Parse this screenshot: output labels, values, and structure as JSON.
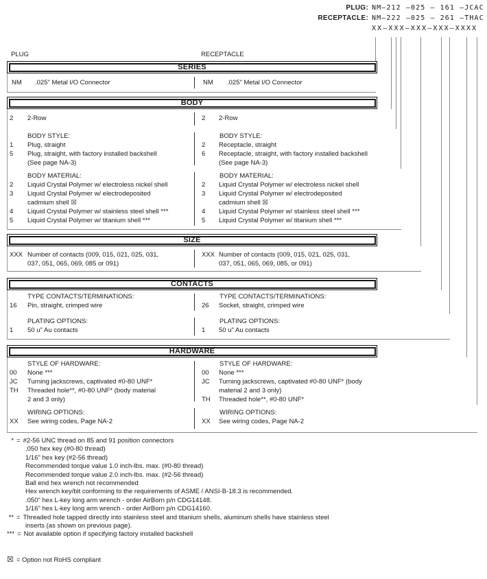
{
  "header": {
    "plug_label": "PLUG:",
    "plug_value": "NM–212 –025 – 161 –JCAC",
    "receptacle_label": "RECEPTACLE:",
    "receptacle_value": "NM–222 –025 – 261 –THAC",
    "mask": "XX–XXX–XXX–XXX–XXXX"
  },
  "column_titles": {
    "plug": "PLUG",
    "receptacle": "RECEPTACLE"
  },
  "sections": [
    {
      "title": "SERIES",
      "groups": [
        {
          "label": "",
          "left": [
            [
              "NM",
              ".025\" Metal I/O Connector"
            ]
          ],
          "right": [
            [
              "NM",
              ".025\" Metal I/O Connector"
            ]
          ]
        }
      ]
    },
    {
      "title": "BODY",
      "groups": [
        {
          "label": "",
          "left": [
            [
              "2",
              "2-Row"
            ]
          ],
          "right": [
            [
              "2",
              "2-Row"
            ]
          ]
        },
        {
          "label": "BODY STYLE:",
          "left": [
            [
              "1",
              "Plug, straight"
            ],
            [
              "5",
              "Plug, straight, with factory installed backshell"
            ],
            [
              "",
              "(See page NA-3)"
            ]
          ],
          "right": [
            [
              "2",
              "Receptacle, straight"
            ],
            [
              "6",
              "Receptacle, straight, with factory installed backshell"
            ],
            [
              "",
              "(See page NA-3)"
            ]
          ]
        },
        {
          "label": "BODY MATERIAL:",
          "left": [
            [
              "2",
              "Liquid Crystal Polymer w/ electroless nickel shell"
            ],
            [
              "3",
              "Liquid Crystal Polymer w/ electrodeposited"
            ],
            [
              "",
              "cadmium shell  ☒"
            ],
            [
              "4",
              "Liquid Crystal Polymer w/ stainless steel shell ***"
            ],
            [
              "5",
              "Liquid Crystal Polymer w/ titanium shell ***"
            ]
          ],
          "right": [
            [
              "2",
              "Liquid Crystal Polymer w/ electroless nickel shell"
            ],
            [
              "3",
              "Liquid Crystal Polymer w/ electrodeposited"
            ],
            [
              "",
              "cadmium shell  ☒"
            ],
            [
              "4",
              "Liquid Crystal Polymer w/ stainless steel shell ***"
            ],
            [
              "5",
              "Liquid Crystal Polymer w/ titanium shell ***"
            ]
          ]
        }
      ]
    },
    {
      "title": "SIZE",
      "groups": [
        {
          "label": "",
          "left": [
            [
              "XXX",
              "Number of contacts (009, 015, 021, 025, 031,"
            ],
            [
              "",
              "037, 051, 065, 069, 085 or 091)"
            ]
          ],
          "right": [
            [
              "XXX",
              "Number of contacts (009, 015, 021, 025, 031,"
            ],
            [
              "",
              "037, 051, 065, 069, 085, or 091)"
            ]
          ]
        }
      ]
    },
    {
      "title": "CONTACTS",
      "groups": [
        {
          "label": "TYPE CONTACTS/TERMINATIONS:",
          "left": [
            [
              "16",
              "Pin, straight, crimped wire"
            ]
          ],
          "right": [
            [
              "26",
              "Socket, straight, crimped wire"
            ]
          ]
        },
        {
          "label": "PLATING OPTIONS:",
          "left": [
            [
              "1",
              "50 u\" Au contacts"
            ]
          ],
          "right": [
            [
              "1",
              "50 u\" Au contacts"
            ]
          ]
        }
      ]
    },
    {
      "title": "HARDWARE",
      "groups": [
        {
          "label": "STYLE OF HARDWARE:",
          "left": [
            [
              "00",
              "None ***"
            ],
            [
              "JC",
              "Turning jackscrews, captivated #0-80 UNF*"
            ],
            [
              "TH",
              "Threaded hole**, #0-80 UNF* (body material"
            ],
            [
              "",
              "2 and 3 only)"
            ]
          ],
          "right": [
            [
              "00",
              "None ***"
            ],
            [
              "JC",
              "Turning jackscrews, captivated #0-80 UNF* (body"
            ],
            [
              "",
              "material 2 and 3 only)"
            ],
            [
              "TH",
              "Threaded hole**, #0-80 UNF*"
            ]
          ]
        },
        {
          "label": "WIRING OPTIONS:",
          "left": [
            [
              "XX",
              "See wiring codes, Page NA-2"
            ]
          ],
          "right": [
            [
              "XX",
              "See wiring codes, Page NA-2"
            ]
          ]
        }
      ]
    }
  ],
  "footnotes": [
    {
      "marker": "*",
      "lines": [
        "#2-56 UNC thread on 85 and 91 position connectors",
        ".050 hex key (#0-80 thread)",
        "1/16\" hex key (#2-56 thread)",
        "Recommended torque value 1.0 inch-lbs. max. (#0-80 thread)",
        "Recommended torque value 2.0 inch-lbs. max. (#2-56 thread)",
        "Ball end hex wrench not recommended",
        "Hex wrench key/bit conforming to the requirements of ASME / ANSI-B-18.3 is recommended.",
        ".050\" hex L-key long arm wrench - order AirBorn p/n CDG14148.",
        "1/16\" hex L-key long arm wrench - order AirBorn p/n CDG14160."
      ]
    },
    {
      "marker": "**",
      "lines": [
        "Threaded hole tapped directly into stainless steel and titanium shells, aluminum shells have stainless steel",
        "inserts (as shown on previous page)."
      ]
    },
    {
      "marker": "***",
      "lines": [
        "Not available option if specifying factory installed backshell"
      ]
    }
  ],
  "rohs_note": {
    "symbol": "☒",
    "label": "= Option not RoHS compliant"
  }
}
